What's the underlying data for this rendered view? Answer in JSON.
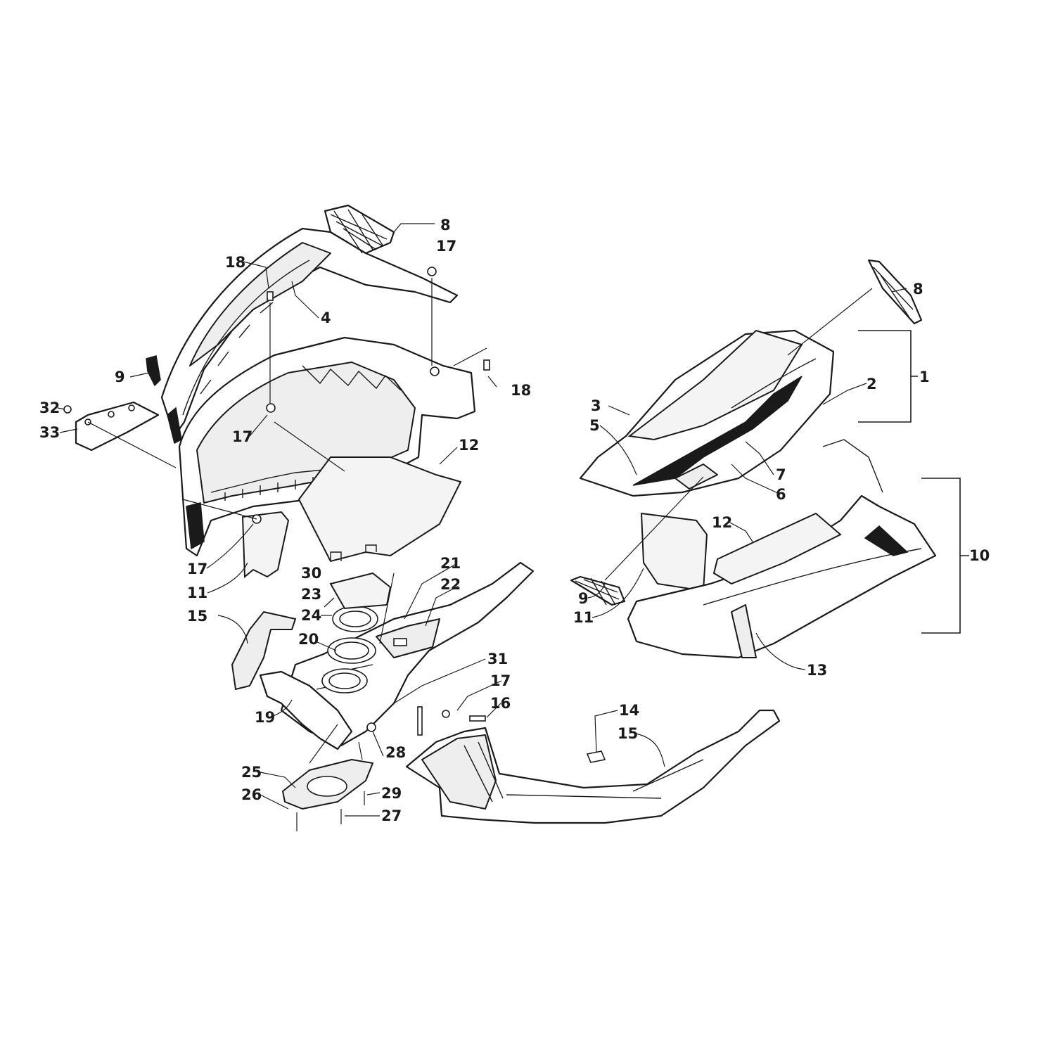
{
  "callouts": {
    "c1": "1",
    "c2": "2",
    "c3": "3",
    "c4": "4",
    "c5": "5",
    "c6": "6",
    "c7": "7",
    "c8a": "8",
    "c8b": "8",
    "c9a": "9",
    "c9b": "9",
    "c10": "10",
    "c11a": "11",
    "c11b": "11",
    "c12a": "12",
    "c12b": "12",
    "c13": "13",
    "c14": "14",
    "c15a": "15",
    "c15b": "15",
    "c16": "16",
    "c17a": "17",
    "c17b": "17",
    "c17c": "17",
    "c17d": "17",
    "c18a": "18",
    "c18b": "18",
    "c19": "19",
    "c20": "20",
    "c21": "21",
    "c22": "22",
    "c23": "23",
    "c24": "24",
    "c25": "25",
    "c26": "26",
    "c27": "27",
    "c28": "28",
    "c29": "29",
    "c30": "30",
    "c31": "31",
    "c32": "32",
    "c33": "33"
  }
}
